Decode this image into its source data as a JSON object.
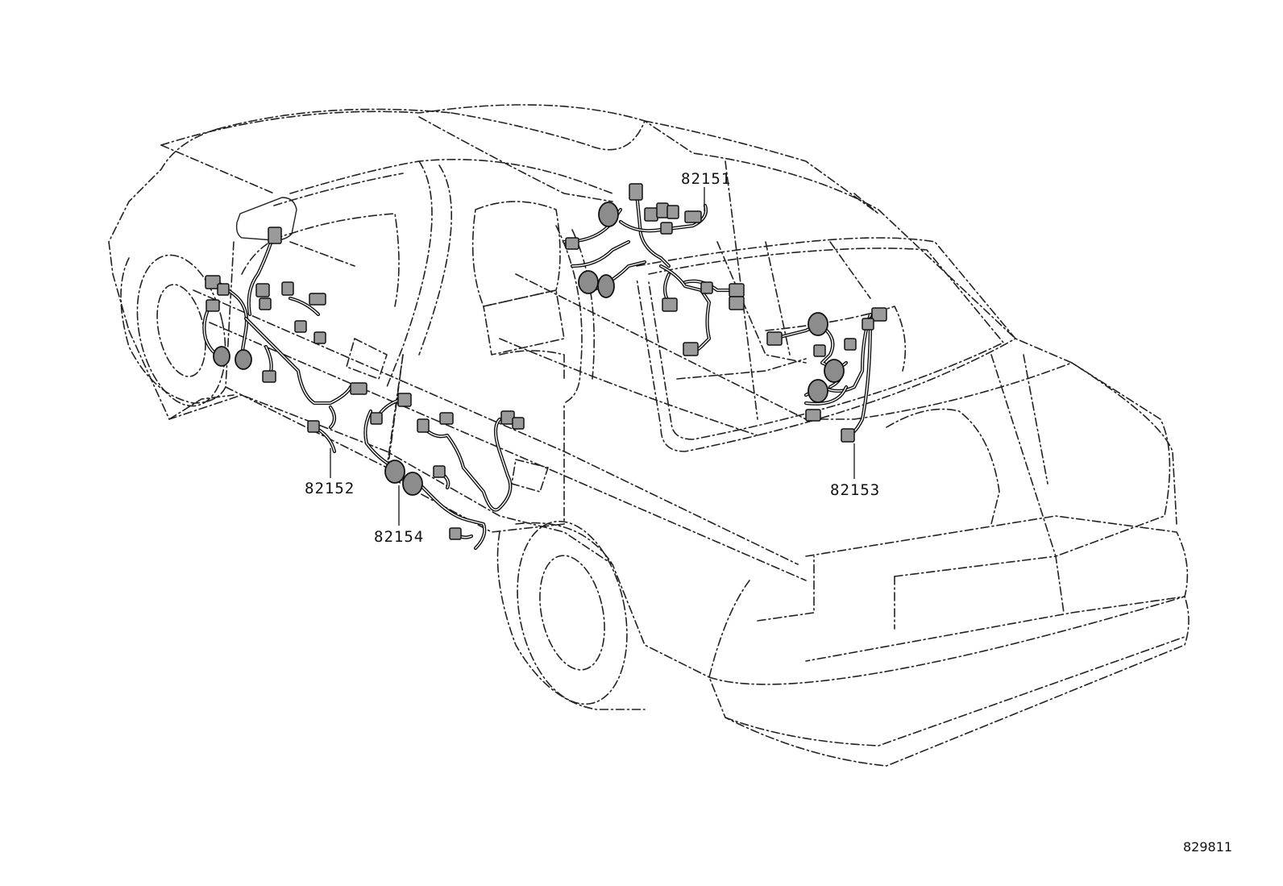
{
  "callouts": [
    {
      "part_no": "82151"
    },
    {
      "part_no": "82152"
    },
    {
      "part_no": "82153"
    },
    {
      "part_no": "82154"
    }
  ],
  "figure_ref": "829811"
}
